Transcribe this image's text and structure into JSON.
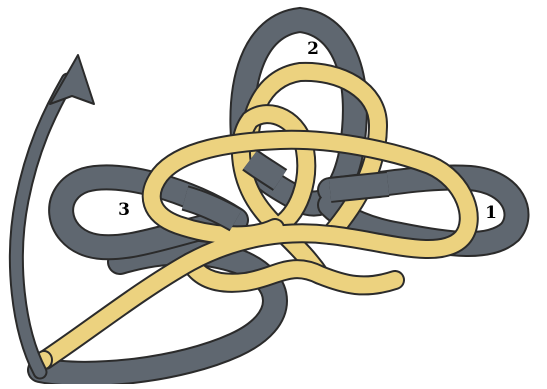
{
  "diagram": {
    "colors": {
      "background": "#ffffff",
      "dark_rope": "#5f6770",
      "light_rope": "#ecd27f",
      "outline": "#2b2b2b"
    },
    "labels": [
      "2",
      "3",
      "1"
    ],
    "icons": {
      "direction": "curved-arrow-icon"
    }
  }
}
